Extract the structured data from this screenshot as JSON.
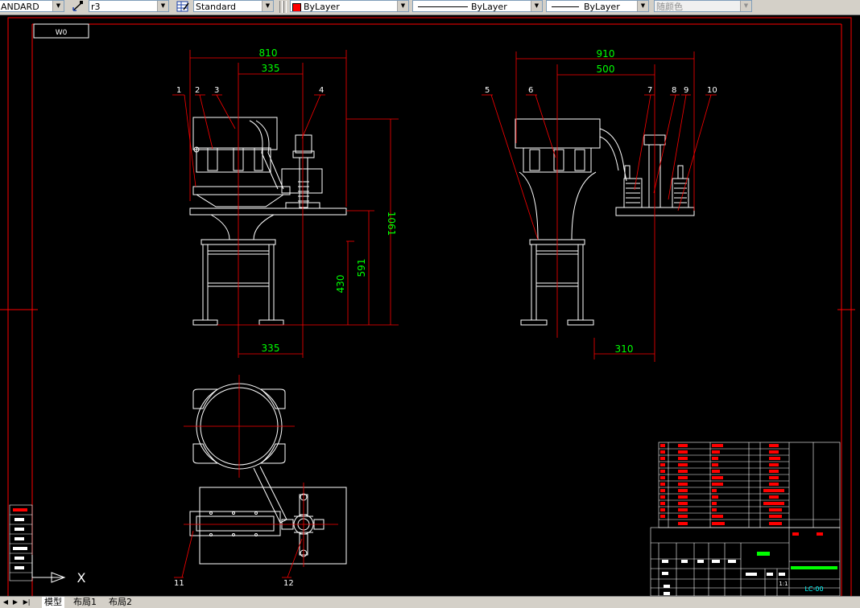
{
  "toolbar": {
    "textstyle_value": "ANDARD",
    "dimstyle_value": "r3",
    "tablestyle_value": "Standard",
    "color_value": "ByLayer",
    "linetype_value": "ByLayer",
    "lineweight_value": "ByLayer",
    "plotstyle_value": "随颜色",
    "colors": {
      "red_swatch": "#ff0000"
    }
  },
  "drawing": {
    "viewport_label": "W0",
    "front_view": {
      "dims": {
        "overall_width": "810",
        "half_width": "335",
        "bottom_width": "335",
        "height_total": "1061",
        "height_mid": "591",
        "height_low": "430"
      },
      "balloons": [
        "1",
        "2",
        "3",
        "4"
      ]
    },
    "side_view": {
      "dims": {
        "overall_width": "910",
        "half_width": "500",
        "offset": "310"
      },
      "balloons": [
        "5",
        "6",
        "7",
        "8",
        "9",
        "10"
      ]
    },
    "top_view": {
      "balloons": [
        "11",
        "12"
      ]
    },
    "title_block": {
      "drawing_number": "LC-00",
      "scale": "1:1"
    },
    "ucs_labels": {
      "x_axis": "X"
    }
  },
  "tabs": {
    "model": "模型",
    "layout1": "布局1",
    "layout2": "布局2"
  }
}
